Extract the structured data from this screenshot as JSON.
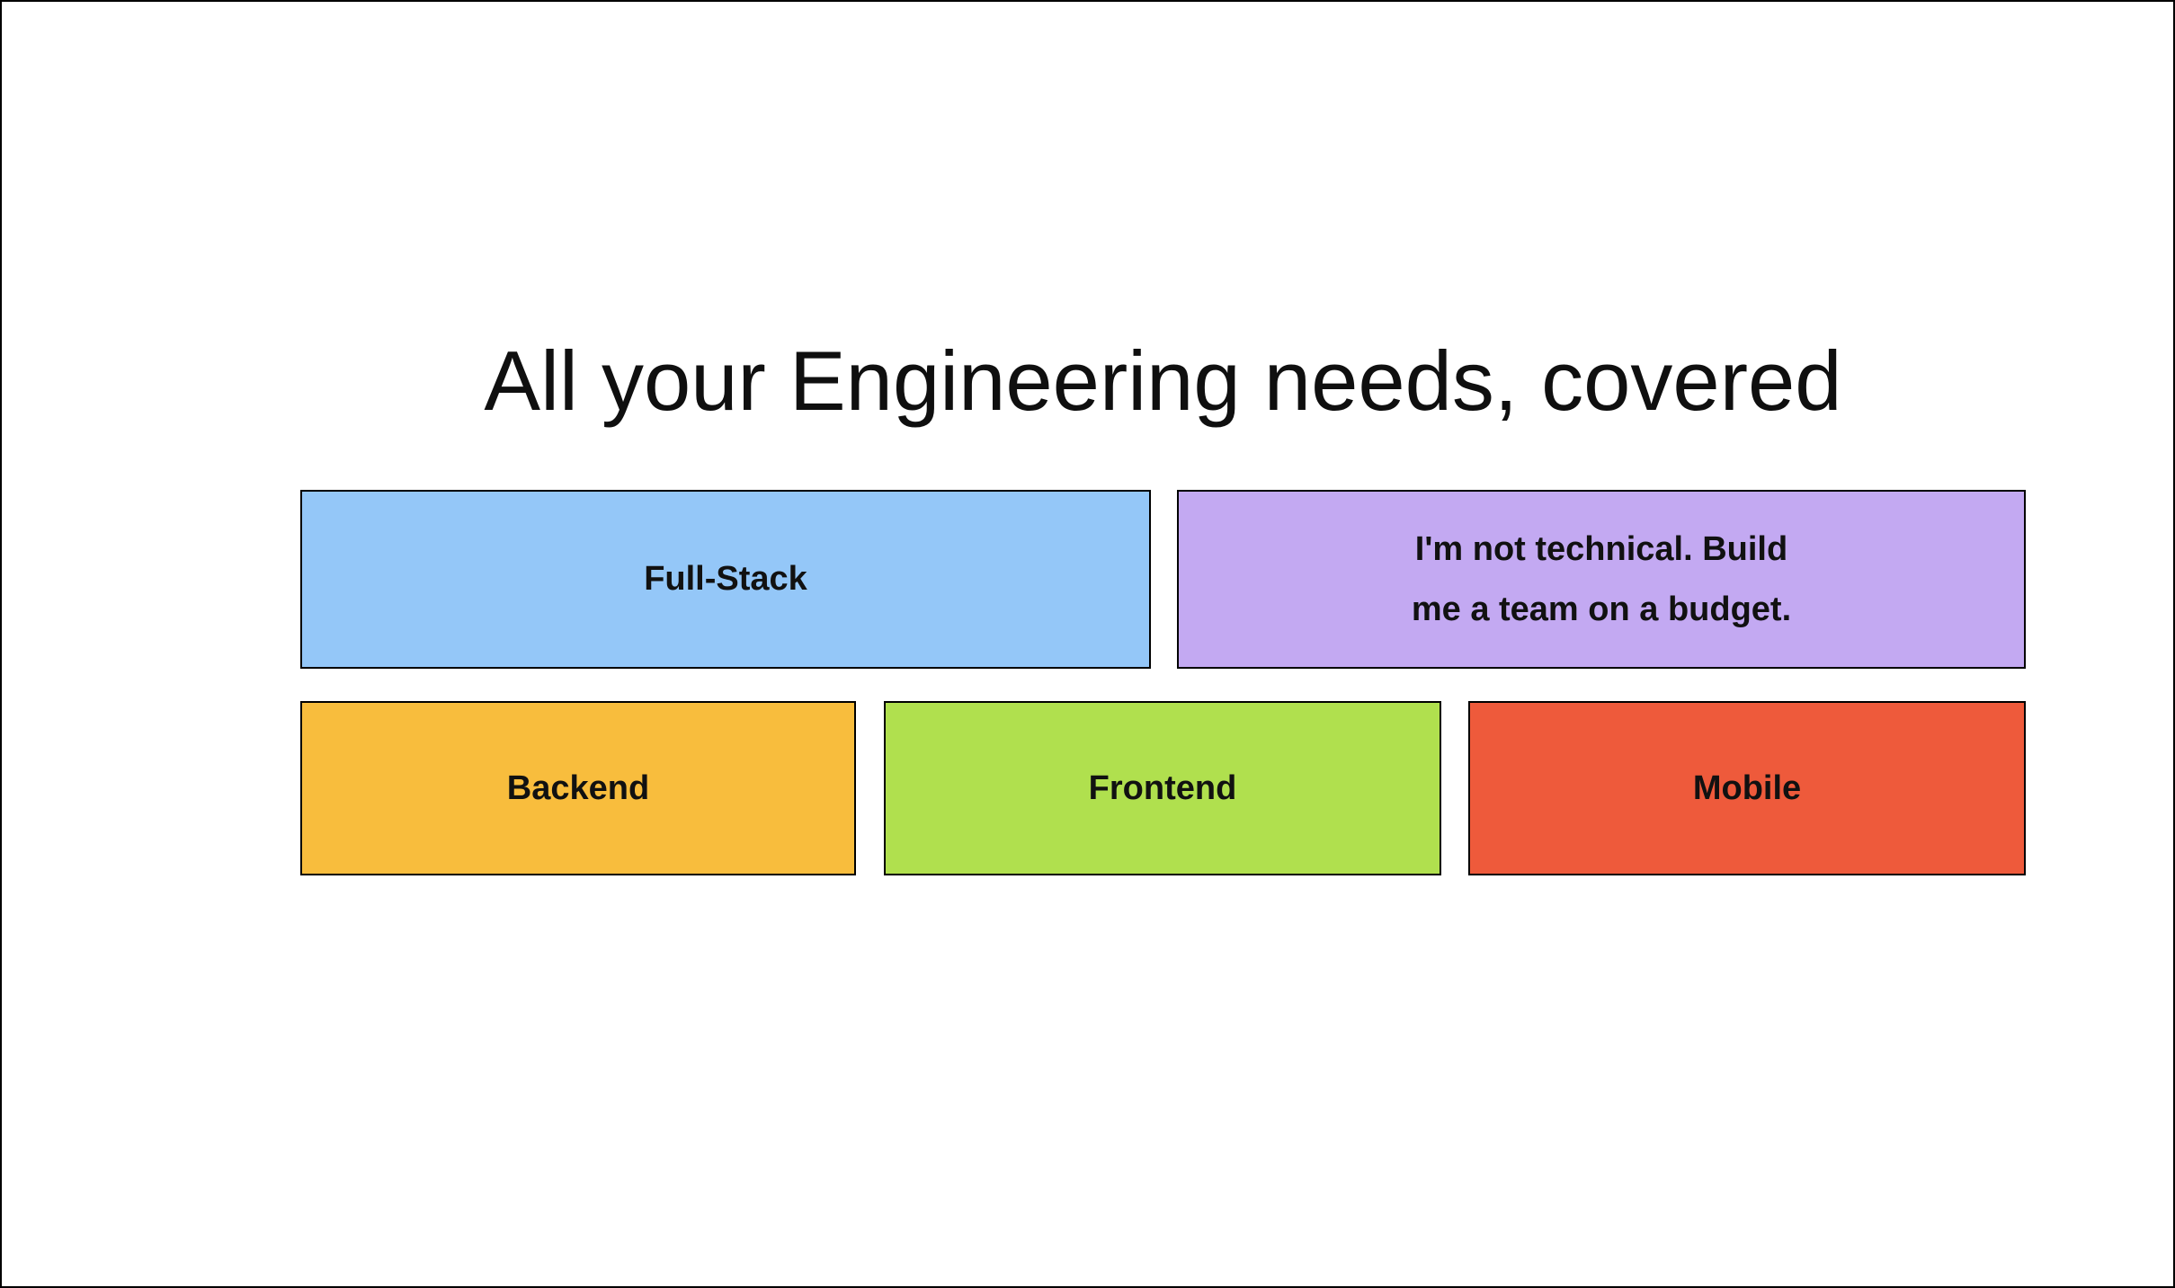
{
  "title": "All your Engineering needs, covered",
  "nodes": {
    "full_stack": {
      "label": "Full-Stack",
      "color": "#94c7f8"
    },
    "budget_team": {
      "label": "I'm not technical. Build\nme a team on a budget.",
      "color": "#c3a9f2"
    },
    "backend": {
      "label": "Backend",
      "color": "#f8bd3d"
    },
    "frontend": {
      "label": "Frontend",
      "color": "#b0e04e"
    },
    "mobile": {
      "label": "Mobile",
      "color": "#ee5a3b"
    }
  }
}
